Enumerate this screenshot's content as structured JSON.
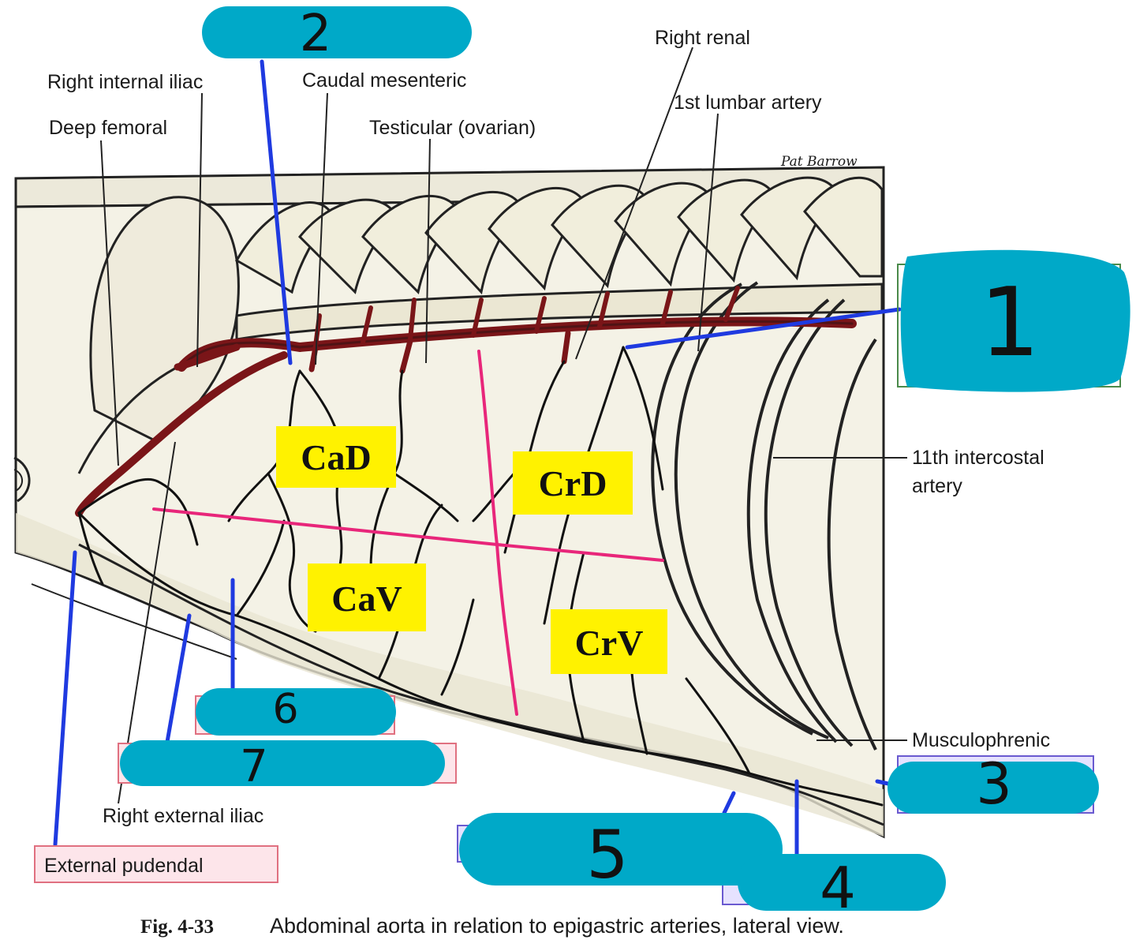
{
  "labels": {
    "right_internal_iliac": "Right internal iliac",
    "deep_femoral": "Deep femoral",
    "caudal_mesenteric": "Caudal mesenteric",
    "testicular": "Testicular (ovarian)",
    "right_renal": "Right renal",
    "first_lumbar": "1st lumbar artery",
    "intercostal_line1": "11th intercostal",
    "intercostal_line2": "artery",
    "musculophrenic": "Musculophrenic",
    "right_external_iliac": "Right external iliac",
    "external_pudendal": "External pudendal",
    "signature": "Pat Barrow"
  },
  "zones": {
    "cad": "CaD",
    "crd": "CrD",
    "cav": "CaV",
    "crv": "CrV"
  },
  "answers": {
    "a1": "1",
    "a2": "2",
    "a3": "3",
    "a4": "4",
    "a5": "5",
    "a6": "6",
    "a7": "7"
  },
  "caption": {
    "number": "Fig. 4-33",
    "text": "Abdominal aorta in relation to epigastric arteries, lateral view."
  },
  "colors": {
    "artery": "#7a1518",
    "highlight": "#00a9c8",
    "pointer": "#1f3ae0",
    "divider": "#e8267a",
    "zone": "#fff200",
    "label_box_red": "#e07080",
    "label_box_blue": "#6a5ad0",
    "body": "#f4f2e6",
    "body_shade": "#dedbc8"
  }
}
